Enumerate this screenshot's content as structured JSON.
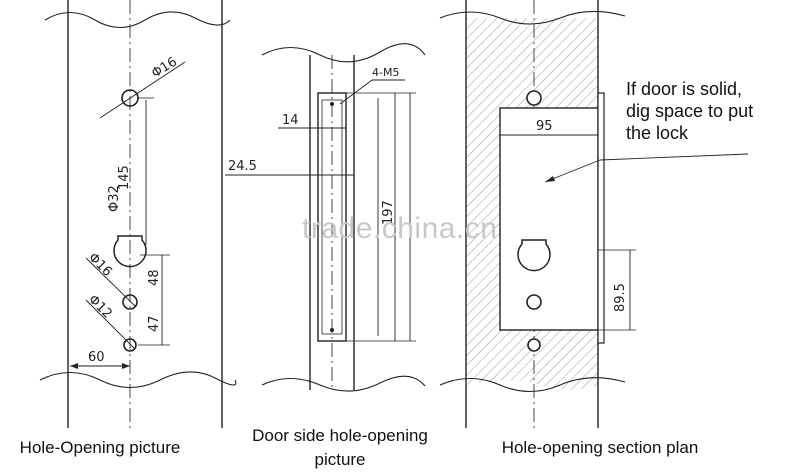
{
  "captions": {
    "left": "Hole-Opening picture",
    "middle_line1": "Door side hole-opening",
    "middle_line2": "picture",
    "right": "Hole-opening section plan"
  },
  "note": {
    "line1": "If door is solid,",
    "line2": "dig space to put",
    "line3": "the lock"
  },
  "dimensions": {
    "left": {
      "hole_top": "Φ16",
      "spacing": "145",
      "hole_mid": "Φ32",
      "d48": "48",
      "hole_small1": "Φ16",
      "hole_small2": "Φ12",
      "d47": "47",
      "d60": "60"
    },
    "middle": {
      "screws": "4-M5",
      "d14": "14",
      "d24_5": "24.5",
      "length": "197"
    },
    "right": {
      "d95": "95",
      "d89_5": "89.5"
    }
  },
  "watermark": "trade.china.cn",
  "colors": {
    "line": "#222222",
    "hatch": "#9a9a9a",
    "watermark": "#c8c8c8"
  }
}
